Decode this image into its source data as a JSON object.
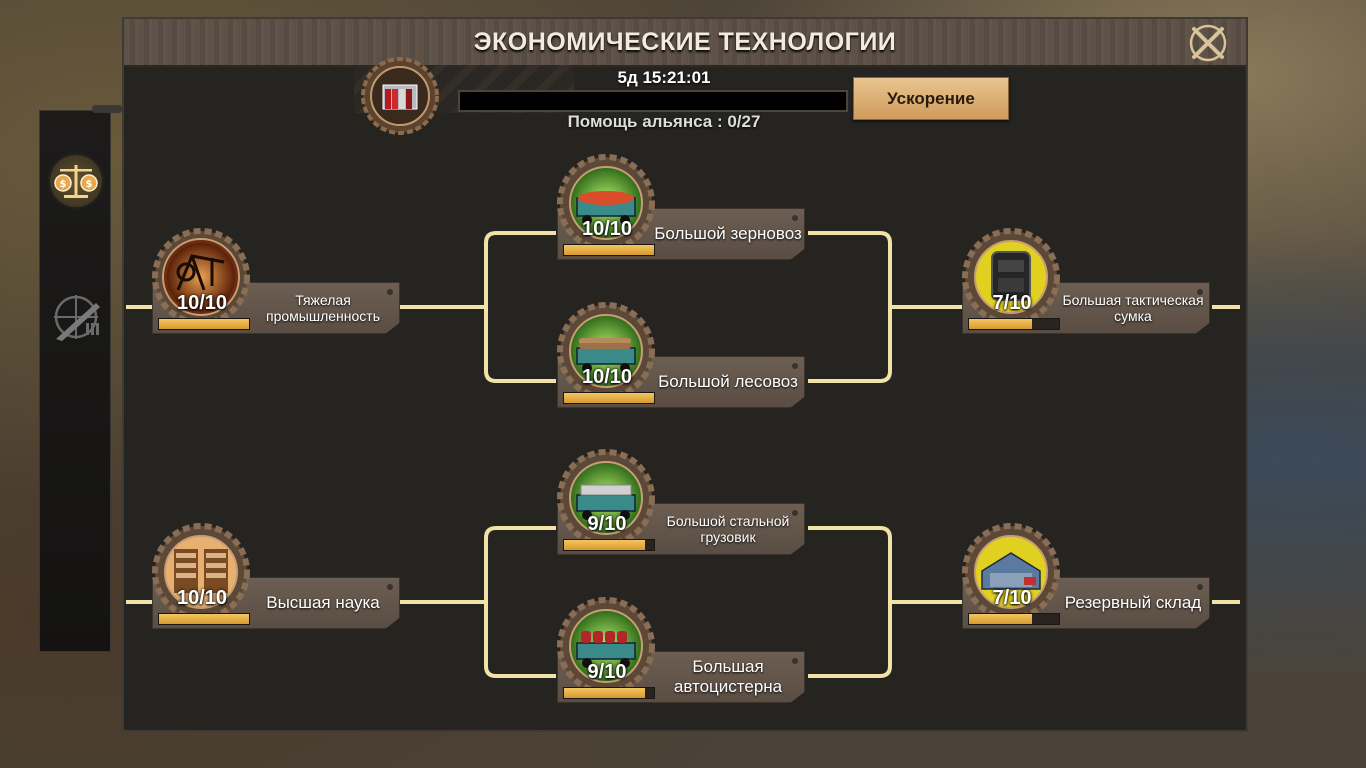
{
  "window": {
    "title": "ЭКОНОМИЧЕСКИЕ ТЕХНОЛОГИИ",
    "close_icon": "close-x-icon"
  },
  "research": {
    "timer": "5д 15:21:01",
    "progress": 0.0,
    "alliance_help": "Помощь альянса : 0/27",
    "speed_button": "Ускорение",
    "icon": "books-icon"
  },
  "side_tabs": [
    {
      "name": "economy",
      "icon": "scales-coins-icon",
      "active": true
    },
    {
      "name": "military",
      "icon": "rifle-target-icon",
      "active": false
    }
  ],
  "colors": {
    "line": "#f1e2a6",
    "bar_fill": "#e0aa40",
    "button": "#e2b97c",
    "panel": "#262421"
  },
  "nodes": [
    {
      "id": "heavy-industry",
      "label": "Тяжелая промышленность",
      "level": "10/10",
      "fill": 1.0,
      "icon": "crane-icon"
    },
    {
      "id": "big-grain-truck",
      "label": "Большой зерновоз",
      "level": "10/10",
      "fill": 1.0,
      "icon": "grain-truck-icon"
    },
    {
      "id": "big-timber-truck",
      "label": "Большой лесовоз",
      "level": "10/10",
      "fill": 1.0,
      "icon": "timber-truck-icon"
    },
    {
      "id": "big-tactical-bag",
      "label": "Большая тактическая сумка",
      "level": "7/10",
      "fill": 0.7,
      "icon": "tactical-bag-icon"
    },
    {
      "id": "higher-science",
      "label": "Высшая наука",
      "level": "10/10",
      "fill": 1.0,
      "icon": "library-icon"
    },
    {
      "id": "big-steel-truck",
      "label": "Большой стальной грузовик",
      "level": "9/10",
      "fill": 0.9,
      "icon": "steel-truck-icon"
    },
    {
      "id": "big-tanker",
      "label": "Большая автоцистерна",
      "level": "9/10",
      "fill": 0.9,
      "icon": "tanker-truck-icon"
    },
    {
      "id": "reserve-warehouse",
      "label": "Резервный склад",
      "level": "7/10",
      "fill": 0.7,
      "icon": "warehouse-icon"
    }
  ]
}
